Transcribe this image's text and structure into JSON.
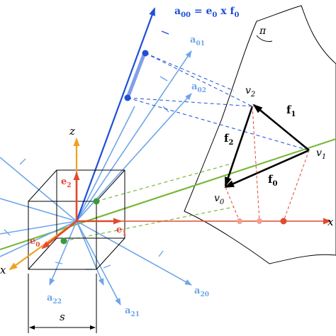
{
  "plane": {
    "label": "π",
    "vertices": [
      {
        "text": "v",
        "sub": "0"
      },
      {
        "text": "v",
        "sub": "1"
      },
      {
        "text": "v",
        "sub": "2"
      }
    ],
    "edges": [
      {
        "text": "f",
        "sub": "0"
      },
      {
        "text": "f",
        "sub": "1"
      },
      {
        "text": "f",
        "sub": "2"
      }
    ]
  },
  "axes": {
    "z": "z",
    "x_partial": "x",
    "y_partial": "x",
    "e0": {
      "text": "e",
      "sub": "0"
    },
    "e1": {
      "text": "e",
      "sub": "1"
    },
    "e2": {
      "text": "e",
      "sub": "2"
    }
  },
  "rays": {
    "a00_formula": {
      "text": "a",
      "sub": "00",
      "rest": " = e",
      "sub2": "0",
      "cross": " x f",
      "sub3": "0"
    },
    "a01": {
      "text": "a",
      "sub": "01"
    },
    "a02": {
      "text": "a",
      "sub": "02"
    },
    "a20": {
      "text": "a",
      "sub": "20"
    },
    "a21": {
      "text": "a",
      "sub": "21"
    },
    "a22": {
      "text": "a",
      "sub": "22"
    }
  },
  "dimension": {
    "label": "s"
  },
  "colors": {
    "dark_blue": "#1f4fd6",
    "light_blue": "#6ea6e8",
    "red": "#e04b2f",
    "orange": "#f0a020",
    "green": "#7ab83a",
    "black": "#000000",
    "pale_red": "#f2a090"
  }
}
